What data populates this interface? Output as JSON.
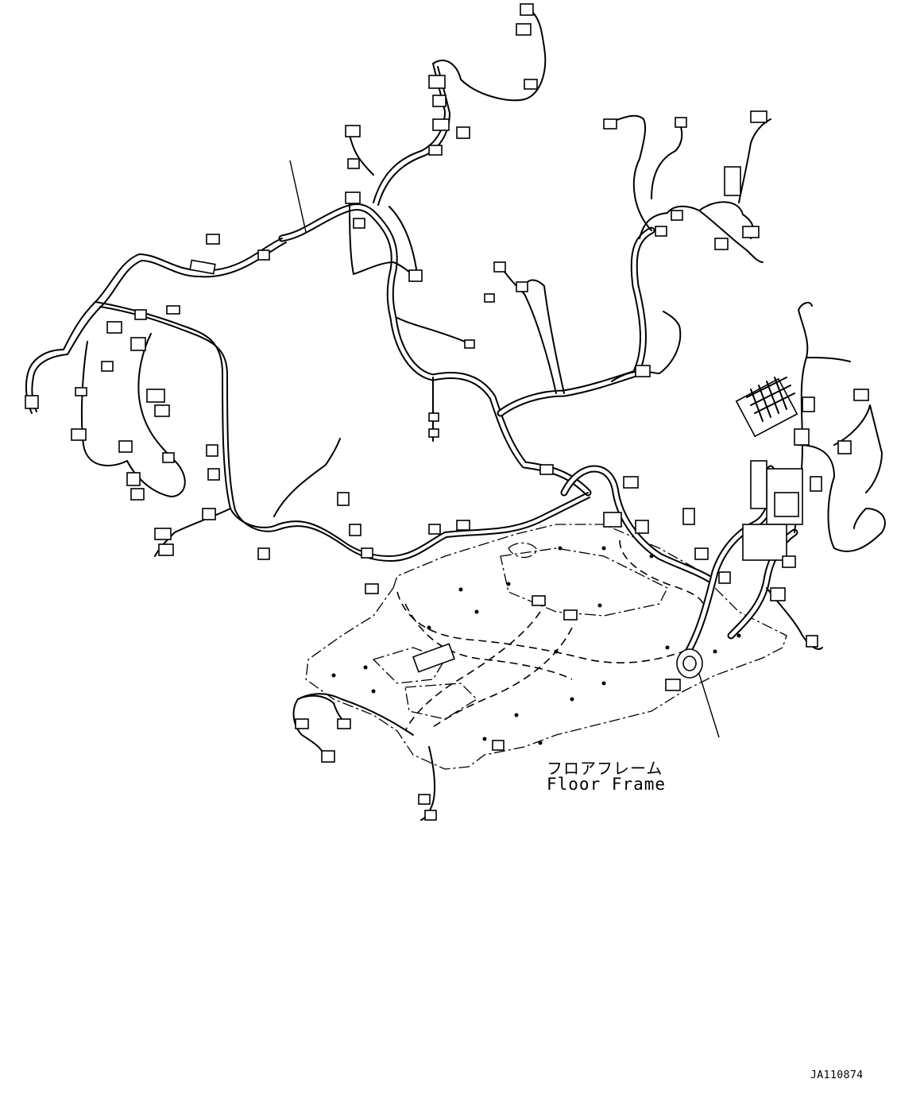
{
  "callout": {
    "label_jp": "フロアフレーム",
    "label_en": "Floor Frame"
  },
  "drawing_id": "JA110874",
  "colors": {
    "line": "#000000",
    "background": "#ffffff"
  }
}
